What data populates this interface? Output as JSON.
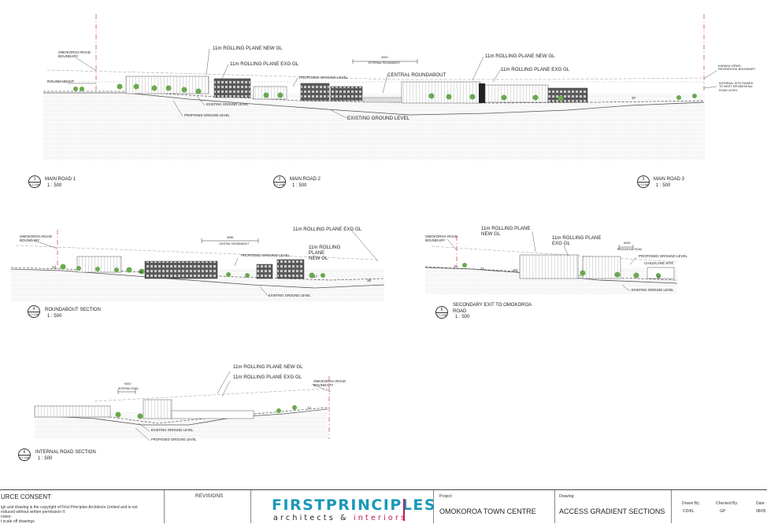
{
  "colors": {
    "logo_cyan": "#1b98b9",
    "logo_magenta": "#c2185b",
    "tree_green": "#6aa84f",
    "datum_red": "#d9534f"
  },
  "sections": {
    "s1": {
      "ref_num": "1",
      "ref_sheet": "2.1.10B",
      "title": "MAIN ROAD 1",
      "scale": "1 : 500",
      "callouts": {
        "omokoroa_boundary": "OMOKOROA ROAD\nBOUNDARY",
        "roundabout": "ROUNDABOUT",
        "rp_new_1": "11m ROLLING PLANE NEW GL",
        "rp_exg_1": "11m ROLLING PLANE EXG GL",
        "existing_gl_1": "EXISTING GROUND LEVEL",
        "proposed_gl_1": "PROPOSED GROUND LEVEL",
        "proposed_gl_top": "PROPOSED GROUND LEVEL",
        "central_roundabout": "CENTRAL ROUNDABOUT",
        "dim_2000": "2000",
        "dim_central": "EXTERNAL ROUNDABOUT",
        "existing_gl_main": "EXISTING GROUND LEVEL"
      }
    },
    "s2": {
      "ref_num": "2",
      "ref_sheet": "2.1.10B",
      "title": "MAIN ROAD 2",
      "scale": "1 : 500"
    },
    "s3": {
      "ref_num": "3",
      "ref_sheet": "2.1.10B",
      "title": "MAIN ROAD 3",
      "scale": "1 : 500",
      "callouts": {
        "rp_new_3": "11m ROLLING PLANE NEW GL",
        "rp_exg_3": "11m ROLLING PLANE EXG GL",
        "karaka": "KARAKA VIEWS\nRESIDENTIAL BOUNDARY",
        "internal_site": "INTERNAL SITE RAISED\nTO MEET RESIDENTIAL\nROAD LEVEL",
        "grad_37": "37"
      }
    },
    "s4": {
      "ref_num": "4",
      "ref_sheet": "2.1.10B",
      "title": "ROUNDABOUT SECTION",
      "scale": "1 : 500",
      "callouts": {
        "omokoroa_boundary": "OMOKOROA ROAD\nBOUNDARY",
        "rp_exg": "11m ROLLING PLANE EXG GL",
        "rp_new": "11m ROLLING\nPLANE\nNEW GL",
        "proposed_gl": "PROPOSED GROUND LEVEL",
        "existing_gl": "EXISTING GROUND LEVEL",
        "dim": "3085",
        "dim_lbl": "CENTRAL ROUNDABOUT",
        "g13": "13",
        "g16": "16",
        "g17": "17",
        "g38": "38"
      }
    },
    "s5": {
      "ref_num": "5",
      "ref_sheet": "2.1.10B",
      "title": "SECONDARY EXIT TO OMOKOROA\nROAD",
      "scale": "1 : 500",
      "callouts": {
        "omokoroa_boundary": "OMOKOROA ROAD\nBOUNDARY",
        "rp_new": "11m ROLLING PLANE\nNEW GL",
        "rp_exg": "11m ROLLING PLANE\nEXG GL",
        "proposed_gl": "PROPOSED GROUND LEVEL",
        "childcare": "CHILDCARE SITE",
        "existing_gl": "EXISTING GROUND LEVEL",
        "dim": "6000",
        "dim_lbl": "RESIDENTIAL ROAD",
        "g21": "21",
        "g52": "52",
        "g17": "17",
        "g10": "10"
      }
    },
    "s6": {
      "ref_num": "6",
      "ref_sheet": "2.1.10B",
      "title": "INTERNAL ROAD SECTION",
      "scale": "1 : 500",
      "callouts": {
        "rp_new": "11m ROLLING PLANE NEW GL",
        "rp_exg": "11m ROLLING PLANE EXG GL",
        "omokoroa_boundary": "OMOKOROA ROAD\nBOUNDARY",
        "dim": "5000",
        "dim_lbl": "INTERNAL ROAD",
        "existing_gl": "EXISTING GROUND LEVEL",
        "proposed_gl": "PROPOSED GROUND LEVEL",
        "g12": "12"
      }
    }
  },
  "titleblock": {
    "consent": "URCE CONSENT",
    "copyright_1": "ign and drawing is the copyright of First Principles Architects Limited and is not",
    "copyright_2": "roduced without written permission ©",
    "notes_1": "notes:",
    "notes_2": "t scale off drawings",
    "revisions": "REVISIONS",
    "logo_first": "FIRST",
    "logo_principles": "PRINCIPLES",
    "logo_architects": "architects",
    "logo_amp": "&",
    "logo_interiors": "interiors",
    "project_label": "Project:",
    "project": "OMOKOROA TOWN CENTRE",
    "drawing_label": "Drawing:",
    "drawing": "ACCESS GRADIENT SECTIONS",
    "drawn_by_label": "Drawn By:",
    "drawn_by": "CD/KL",
    "checked_by_label": "Checked By:",
    "checked_by": "GP",
    "date_label": "Date:",
    "date": "08/05"
  }
}
